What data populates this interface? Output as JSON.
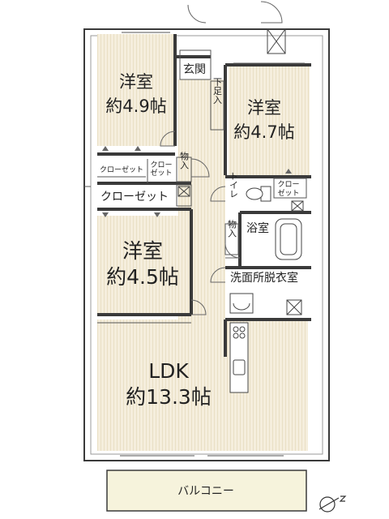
{
  "rooms": {
    "bedroom_a": {
      "name": "洋室",
      "size": "約4.9帖"
    },
    "bedroom_b": {
      "name": "洋室",
      "size": "約4.7帖"
    },
    "bedroom_c": {
      "name": "洋室",
      "size": "約4.5帖"
    },
    "ldk": {
      "name": "LDK",
      "size": "約13.3帖"
    }
  },
  "labels": {
    "entrance": "玄関",
    "shoe_storage": "下足入",
    "closet": "クローゼット",
    "closet_small_1": "クロー",
    "closet_small_2": "ゼット",
    "storage": "物入",
    "toilet": "トイレ",
    "bathroom": "浴室",
    "washroom": "洗面所脱衣室",
    "balcony": "バルコニー"
  },
  "colors": {
    "wall": "#3a3a3a",
    "floor": "#f5eedd",
    "floor_stripe": "#e8dcc0",
    "wet_area": "#ffffff",
    "balcony": "#f6f3dc"
  },
  "icons": {
    "compass": "north-arrow-icon"
  }
}
